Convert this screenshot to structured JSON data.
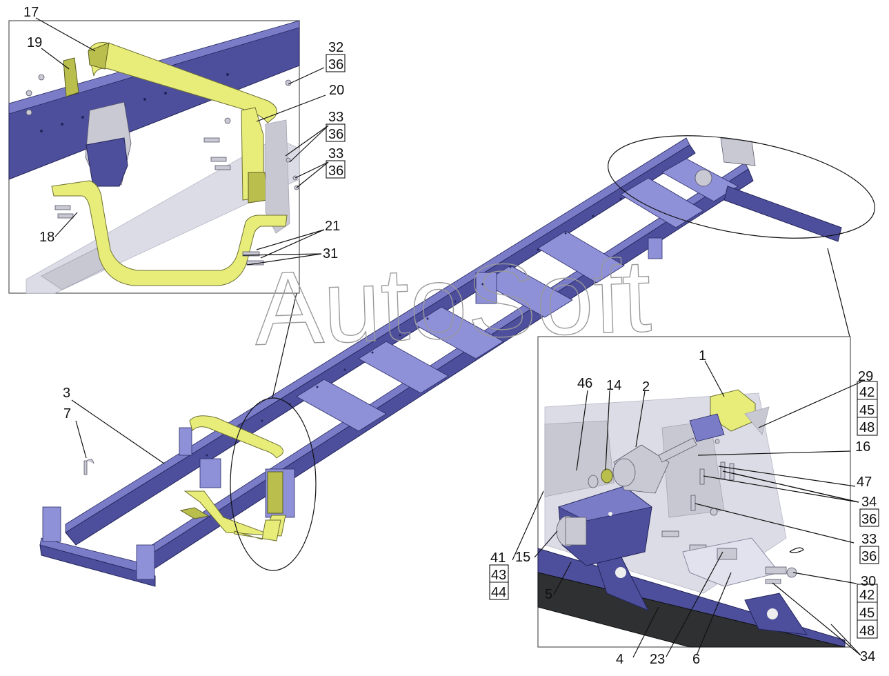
{
  "watermark": "AutoSoft",
  "callouts": {
    "c17": "17",
    "c19": "19",
    "c32": "32",
    "c36a": "36",
    "c20": "20",
    "c33a": "33",
    "c36b": "36",
    "c33b": "33",
    "c36c": "36",
    "c18": "18",
    "c21": "21",
    "c31": "31",
    "c3": "3",
    "c7": "7",
    "c1": "1",
    "c46": "46",
    "c14": "14",
    "c2": "2",
    "c29": "29",
    "c42a": "42",
    "c45a": "45",
    "c48a": "48",
    "c16": "16",
    "c47": "47",
    "c34a": "34",
    "c36d": "36",
    "c33c": "33",
    "c36e": "36",
    "c41": "41",
    "c43": "43",
    "c44": "44",
    "c15": "15",
    "c30": "30",
    "c42b": "42",
    "c45b": "45",
    "c48b": "48",
    "c5": "5",
    "c4": "4",
    "c23": "23",
    "c6": "6",
    "c34b": "34"
  },
  "colors": {
    "frame": "#4d4f9c",
    "frame_light": "#7a7cc8",
    "highlight_part": "#e8ed7a",
    "ghost_part": "#dcdce6"
  }
}
